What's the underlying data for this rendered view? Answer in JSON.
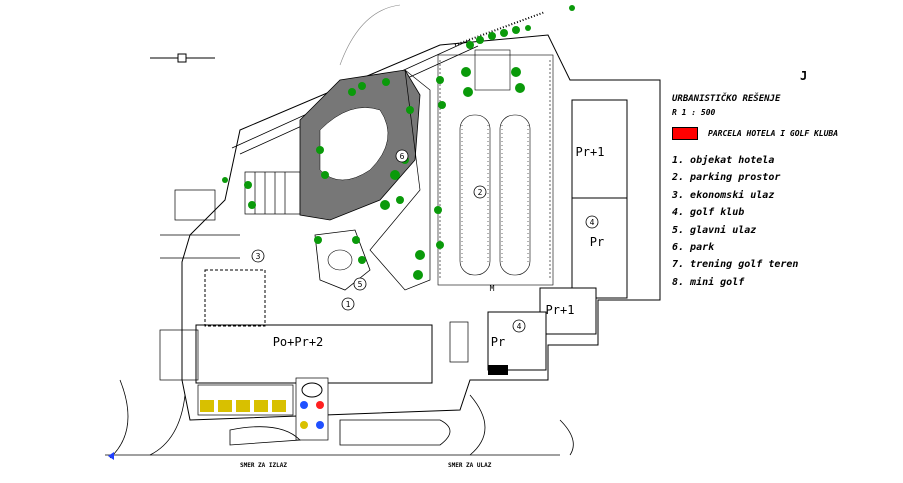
{
  "legend": {
    "title": "URBANISTIČKO REŠENJE",
    "scale": "R 1 : 500",
    "parcel_label": "PARCELA HOTELA I GOLF KLUBA",
    "parcel_color": "#ff0000",
    "items": [
      "1. objekat hotela",
      "2. parking prostor",
      "3. ekonomski ulaz",
      "4. golf klub",
      "5. glavni ulaz",
      "6. park",
      "7. trening golf teren",
      "8. mini golf"
    ]
  },
  "north_mark": "J",
  "buildings": {
    "hotel": "Po+Pr+2",
    "top_right": "Pr+1",
    "right_middle": "Pr",
    "center_right": "Pr+1",
    "lower": "Pr"
  },
  "markers": {
    "hotel": "1",
    "parking": "2",
    "service": "3",
    "golf_club_a": "4",
    "golf_club_b": "4",
    "entrance": "5",
    "park": "6",
    "gate": "M"
  },
  "roads": {
    "left": "SMER ZA IZLAZ",
    "right": "SMER ZA ULAZ"
  },
  "colors": {
    "line": "#000000",
    "tree": "#0a9a0a",
    "park_fill": "#777777"
  }
}
